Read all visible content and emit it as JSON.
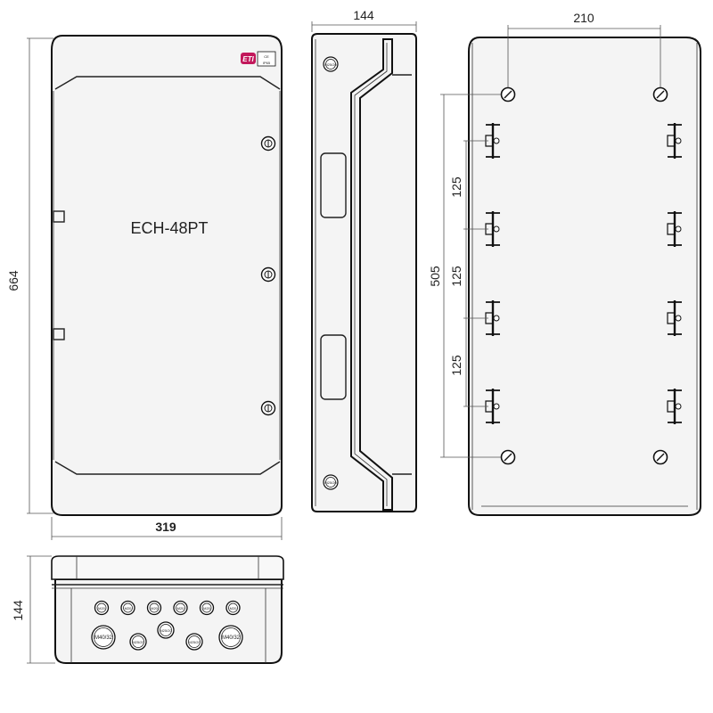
{
  "model": "ECH-48PT",
  "brand": {
    "logo_text": "ETI",
    "logo_color": "#c2185b",
    "mark_text": "CE",
    "sub_text": "IP65"
  },
  "dimensions": {
    "front_height": "664",
    "front_width": "319",
    "side_depth": "144",
    "back_hole_spacing": "210",
    "back_hole_height": "505",
    "rail_pitch": [
      "125",
      "125",
      "125"
    ],
    "bottom_height": "144"
  },
  "glands": {
    "top_row": [
      "M20",
      "M20",
      "M20",
      "M20",
      "M20",
      "M20"
    ],
    "large": [
      "M40/32",
      "M40/32"
    ],
    "small": [
      "M25/20",
      "M25/20",
      "M25/20"
    ],
    "side_marks": [
      "M25/20",
      "M25/20"
    ]
  }
}
